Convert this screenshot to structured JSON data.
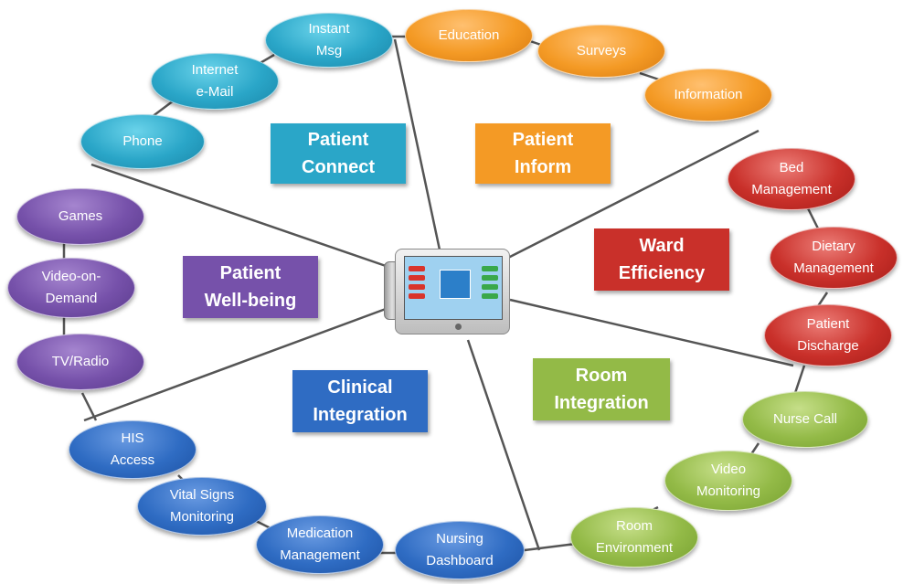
{
  "colors": {
    "connect": "#2aa6c8",
    "inform": "#f49a25",
    "ward": "#c9302a",
    "room": "#93ba47",
    "wellbeing": "#7651aa",
    "clinical": "#2f6cc3",
    "line": "#555555"
  },
  "categories": {
    "patient_connect": "Patient\nConnect",
    "patient_inform": "Patient\nInform",
    "ward_efficiency": "Ward\nEfficiency",
    "room_integration": "Room\nIntegration",
    "patient_wellbeing": "Patient\nWell-being",
    "clinical_integration": "Clinical\nIntegration"
  },
  "nodes": {
    "instant_msg": "Instant\nMsg",
    "internet_email": "Internet\ne-Mail",
    "phone": "Phone",
    "education": "Education",
    "surveys": "Surveys",
    "information": "Information",
    "bed_management": "Bed\nManagement",
    "dietary_management": "Dietary\nManagement",
    "patient_discharge": "Patient\nDischarge",
    "nurse_call": "Nurse Call",
    "video_monitoring": "Video\nMonitoring",
    "room_environment": "Room\nEnvironment",
    "nursing_dashboard": "Nursing\nDashboard",
    "medication_management": "Medication\nManagement",
    "vital_signs_monitoring": "Vital Signs\nMonitoring",
    "his_access": "HIS\nAccess",
    "tv_radio": "TV/Radio",
    "video_on_demand": "Video-on-\nDemand",
    "games": "Games"
  },
  "device_icon": "bedside-terminal-icon"
}
